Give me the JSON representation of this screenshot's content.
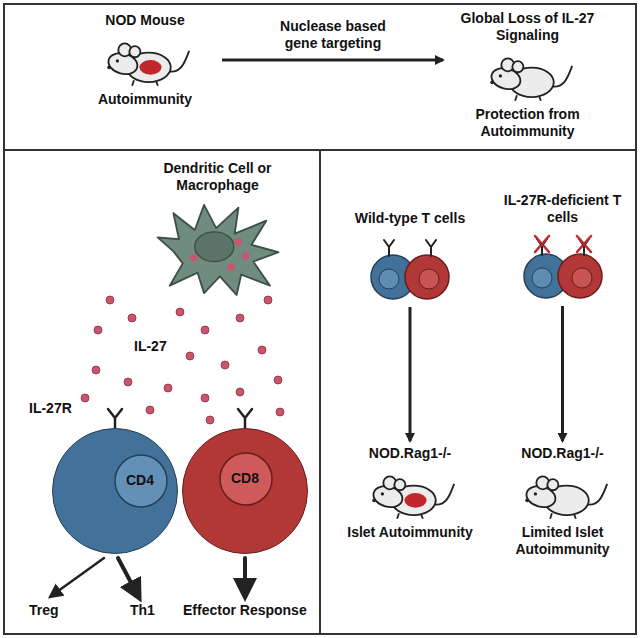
{
  "diagram": {
    "nodes": [
      {
        "text": [
          "NOD Mouse",
          "Autoimmunity"
        ]
      },
      {
        "text": [
          "Global Loss of IL-27 Signaling",
          "Protection from Autoimmunity"
        ]
      },
      {
        "text": [
          "Dendritic Cell or Macrophage"
        ]
      },
      {
        "text": [
          "CD4"
        ]
      },
      {
        "text": [
          "CD8"
        ]
      },
      {
        "text": [
          "Wild-type T cells"
        ]
      },
      {
        "text": [
          "IL-27R-deficient T cells"
        ]
      },
      {
        "text": [
          "NOD.Rag1-/-",
          "Islet Autoimmunity"
        ]
      },
      {
        "text": [
          "NOD.Rag1-/-",
          "Limited Islet Autoimmunity"
        ]
      }
    ],
    "edges": [
      {
        "from": 0,
        "to": 1,
        "label": "Nuclease based gene targeting",
        "arrow": "to"
      },
      {
        "from": 5,
        "to": 7,
        "arrow": "to"
      },
      {
        "from": 6,
        "to": 8,
        "arrow": "to"
      }
    ],
    "labels": [
      "IL-27",
      "IL-27R",
      "Treg",
      "Th1",
      "Effector Response"
    ]
  }
}
